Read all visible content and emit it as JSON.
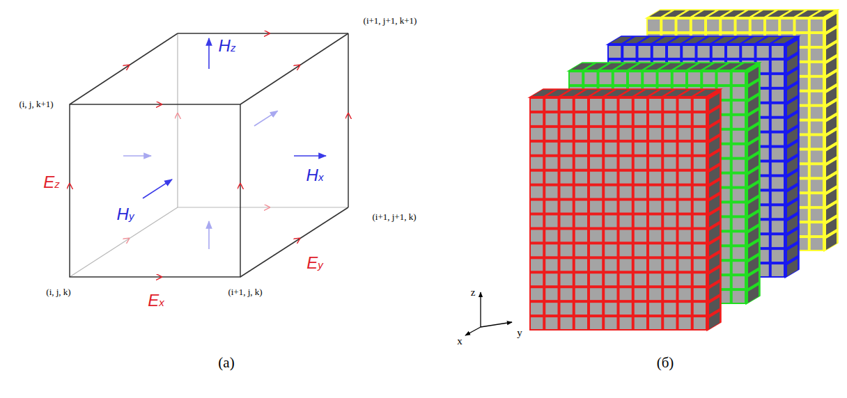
{
  "diagram": {
    "labels": [
      "(i+1, j+1, k+1)",
      "(i, j, k+1)",
      "Hz",
      "Ez",
      "Hy",
      "Hx",
      "(i+1, j+1, k)",
      "Ey",
      "(i, j, k)",
      "(i+1, j, k)",
      "Ex",
      "z",
      "y",
      "x",
      "(а)",
      "(б)"
    ]
  }
}
